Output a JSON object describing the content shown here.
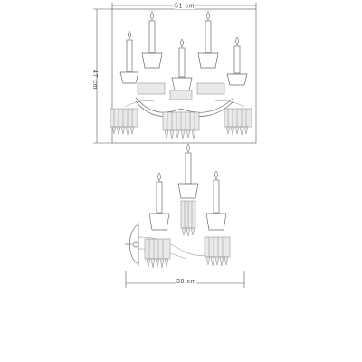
{
  "drawing": {
    "front_view": {
      "width_label": "51 cm",
      "height_label": "47 cm"
    },
    "side_view": {
      "depth_label": "38 cm"
    }
  }
}
